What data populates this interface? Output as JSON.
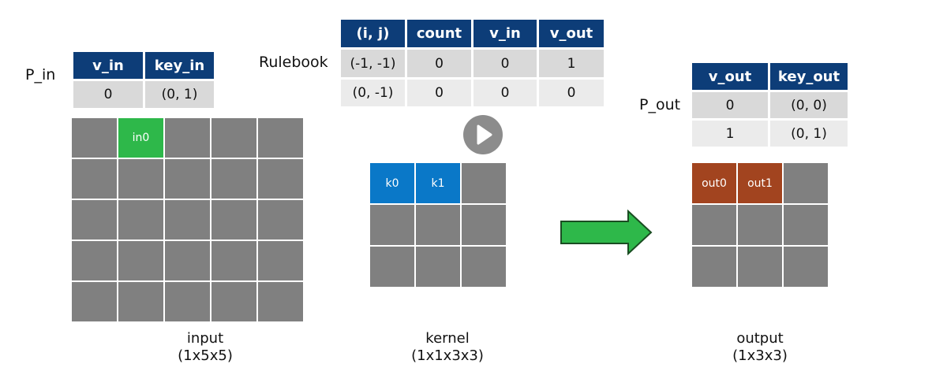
{
  "p_in": {
    "label": "P_in",
    "headers": [
      "v_in",
      "key_in"
    ],
    "rows": [
      [
        "0",
        "(0, 1)"
      ]
    ]
  },
  "rulebook": {
    "label": "Rulebook",
    "headers": [
      "(i, j)",
      "count",
      "v_in",
      "v_out"
    ],
    "rows": [
      [
        "(-1, -1)",
        "0",
        "0",
        "1"
      ],
      [
        "(0, -1)",
        "0",
        "0",
        "0"
      ]
    ]
  },
  "p_out": {
    "label": "P_out",
    "headers": [
      "v_out",
      "key_out"
    ],
    "rows": [
      [
        "0",
        "(0, 0)"
      ],
      [
        "1",
        "(0, 1)"
      ]
    ]
  },
  "input": {
    "title": "input",
    "shape": "(1x5x5)",
    "size": 5,
    "active": {
      "1": "in0"
    },
    "color": "#2eb84a"
  },
  "kernel": {
    "title": "kernel",
    "shape": "(1x1x3x3)",
    "size": 3,
    "active": {
      "0": "k0",
      "1": "k1"
    },
    "color": "#0a78c8"
  },
  "output": {
    "title": "output",
    "shape": "(1x3x3)",
    "size": 3,
    "active": {
      "0": "out0",
      "1": "out1"
    },
    "color": "#a2441f"
  },
  "colors": {
    "header": "#0d3d78",
    "cell": "#808080",
    "arrow": "#2eb84a"
  },
  "icons": {
    "play": "play-icon",
    "arrow": "right-arrow-icon"
  }
}
